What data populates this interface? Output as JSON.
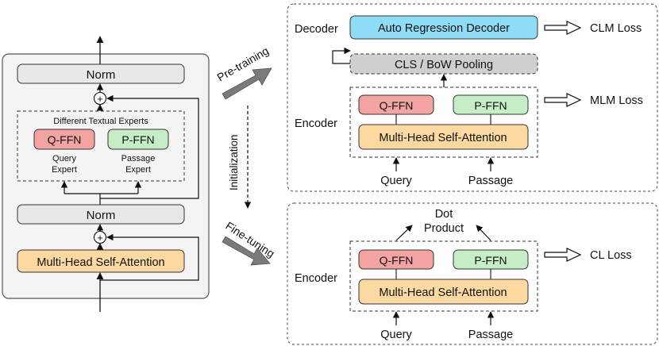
{
  "colors": {
    "norm": "#e8e8e8",
    "qffn": "#f4a3a3",
    "pffn": "#c6eec6",
    "attention": "#fcd9a0",
    "decoder": "#8fdcf6",
    "pooling": "#cfcfcf",
    "left_panel": "#f4f4f4",
    "big_arrow": "#7a7a7a"
  },
  "left_block": {
    "norm_top": "Norm",
    "experts_title": "Different Textual Experts",
    "qffn": "Q-FFN",
    "pffn": "P-FFN",
    "query_expert": [
      "Query",
      "Expert"
    ],
    "passage_expert": [
      "Passage",
      "Expert"
    ],
    "norm_bottom": "Norm",
    "attention": "Multi-Head Self-Attention",
    "plus": "+"
  },
  "middle": {
    "pretraining": "Pre-training",
    "initialization": "Initialization",
    "finetuning": "Fine-tuning"
  },
  "pretrain_panel": {
    "decoder_label": "Decoder",
    "decoder_box": "Auto Regression Decoder",
    "clm_loss": "CLM Loss",
    "pooling_box": "CLS / BoW Pooling",
    "encoder_label": "Encoder",
    "qffn": "Q-FFN",
    "pffn": "P-FFN",
    "attention": "Multi-Head Self-Attention",
    "mlm_loss": "MLM Loss",
    "query": "Query",
    "passage": "Passage"
  },
  "finetune_panel": {
    "dot_product": [
      "Dot",
      "Product"
    ],
    "encoder_label": "Encoder",
    "qffn": "Q-FFN",
    "pffn": "P-FFN",
    "attention": "Multi-Head Self-Attention",
    "cl_loss": "CL Loss",
    "query": "Query",
    "passage": "Passage"
  }
}
